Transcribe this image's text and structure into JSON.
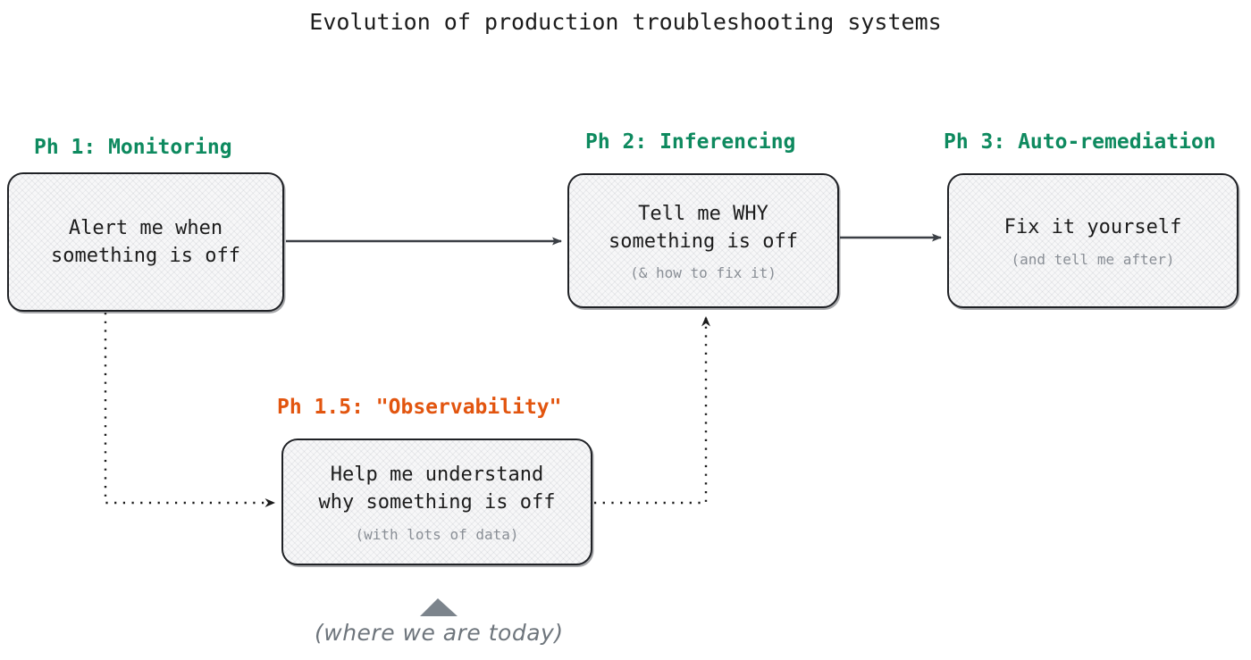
{
  "diagram": {
    "title": "Evolution of production troubleshooting systems",
    "type": "flowchart",
    "background_color": "#ffffff",
    "colors": {
      "phase_green": "#0E8A5F",
      "phase_orange": "#E2550F",
      "node_border": "#1f2125",
      "node_fill": "#f7f7f8",
      "node_text": "#1c1c1c",
      "node_subtext": "#8a8f96",
      "arrow_solid": "#3b3f45",
      "arrow_dotted": "#1c1c1c",
      "annotation_gray": "#6E757C",
      "marker_gray": "#7C848C"
    }
  },
  "phases": [
    {
      "id": "phase-1",
      "label": "Ph 1: Monitoring",
      "label_color": "green",
      "main_lines": [
        "Alert me when",
        "something is off"
      ],
      "sub": ""
    },
    {
      "id": "phase-1-5",
      "label": "Ph 1.5: \"Observability\"",
      "label_color": "orange",
      "main_lines": [
        "Help me understand",
        "why something is off"
      ],
      "sub": "(with lots of data)"
    },
    {
      "id": "phase-2",
      "label": "Ph 2: Inferencing",
      "label_color": "green",
      "main_lines": [
        "Tell me WHY",
        "something is off"
      ],
      "sub": "(& how to fix it)"
    },
    {
      "id": "phase-3",
      "label": "Ph 3: Auto-remediation",
      "label_color": "green",
      "main_lines": [
        "Fix it yourself"
      ],
      "sub": "(and tell me after)"
    }
  ],
  "edges": [
    {
      "id": "edge-p1-p2",
      "from": "phase-1",
      "to": "phase-2",
      "style": "solid",
      "label": ""
    },
    {
      "id": "edge-p2-p3",
      "from": "phase-2",
      "to": "phase-3",
      "style": "solid",
      "label": ""
    },
    {
      "id": "edge-p1-p15",
      "from": "phase-1",
      "to": "phase-1-5",
      "style": "dotted",
      "label": ""
    },
    {
      "id": "edge-p15-p2",
      "from": "phase-1-5",
      "to": "phase-2",
      "style": "dotted",
      "label": ""
    }
  ],
  "annotation": {
    "today_marker": "▲",
    "today_text": "(where we are today)",
    "points_at": "phase-1-5"
  }
}
